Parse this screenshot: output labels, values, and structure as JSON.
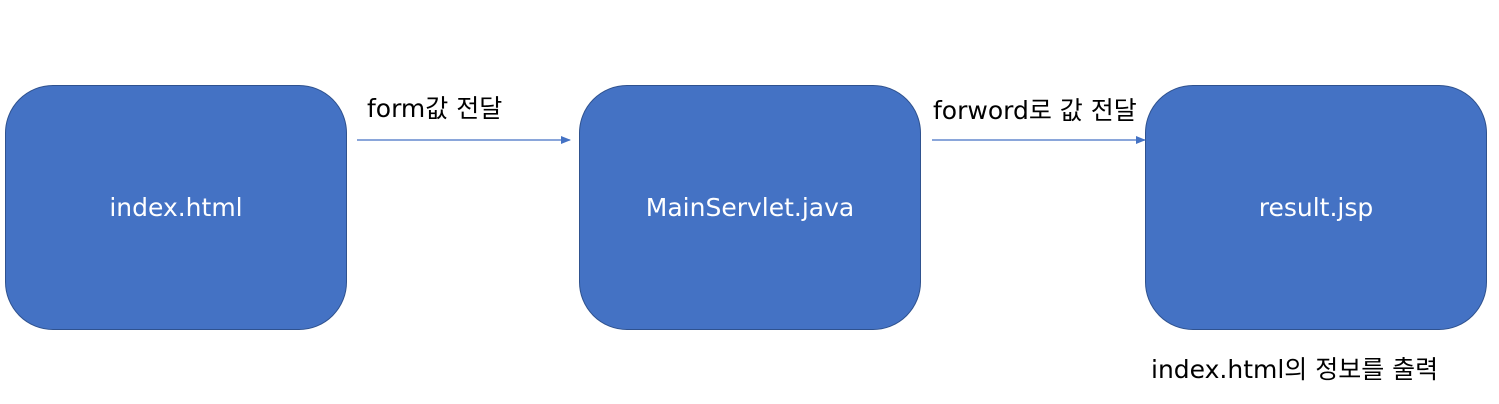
{
  "nodes": {
    "index": "index.html",
    "servlet": "MainServlet.java",
    "result": "result.jsp"
  },
  "edges": {
    "form_pass": "form값 전달",
    "forward_pass": "forword로 값 전달"
  },
  "note": "index.html의 정보를 출력",
  "colors": {
    "box_fill": "#4472c4",
    "box_border": "#2f528f",
    "arrow": "#4472c4",
    "box_text": "#ffffff"
  }
}
